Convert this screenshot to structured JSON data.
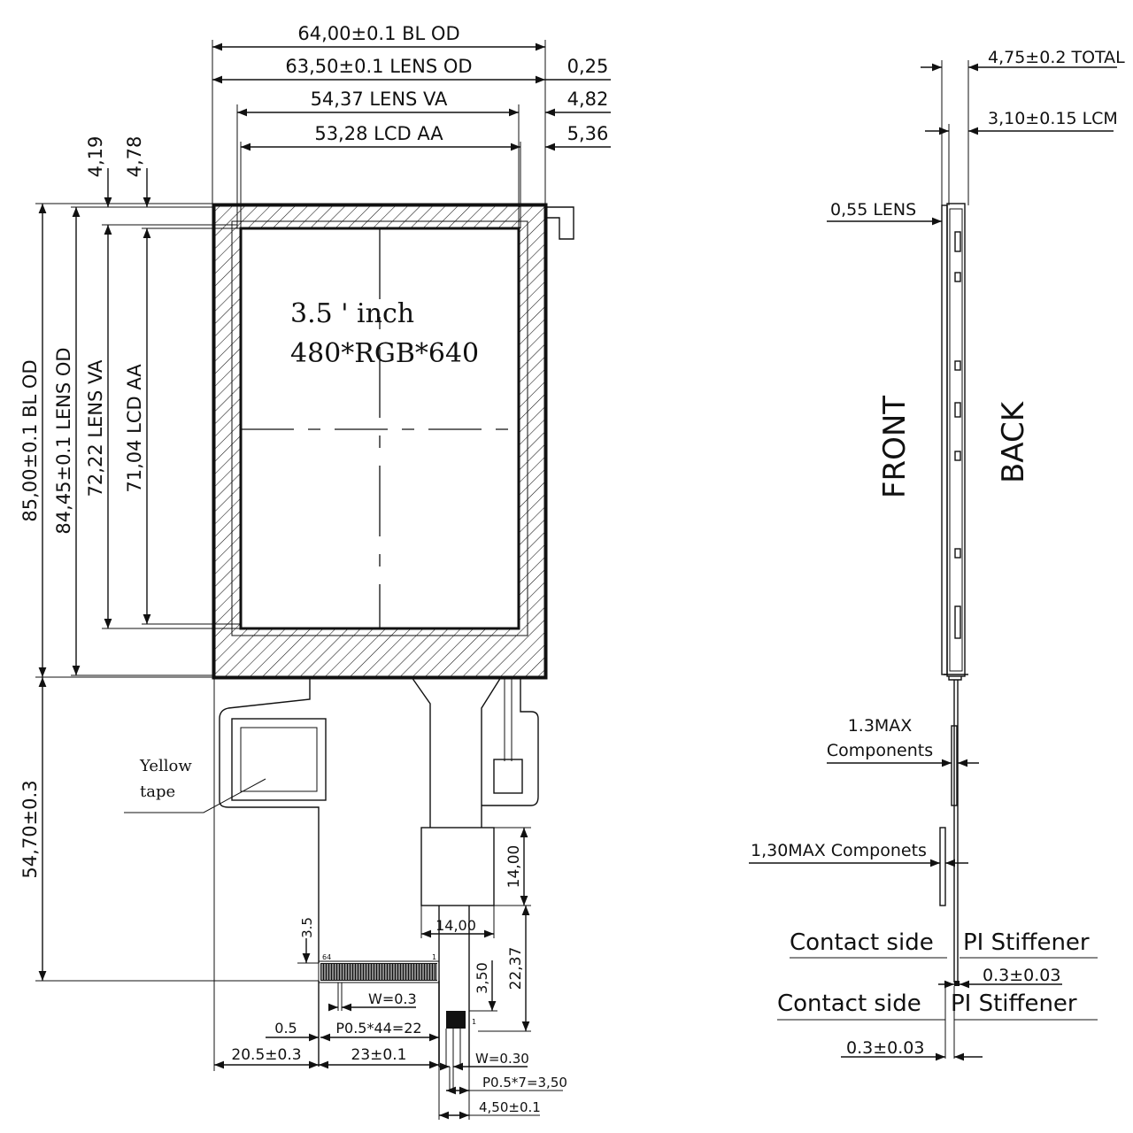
{
  "front": {
    "dims_top": {
      "bl_od": "64,00±0.1 BL OD",
      "lens_od": "63,50±0.1 LENS OD",
      "lens_va": "54,37 LENS VA",
      "lcd_aa": "53,28 LCD AA",
      "right_025": "0,25",
      "right_482": "4,82",
      "right_536": "5,36"
    },
    "dims_left": {
      "bl_od": "85,00±0.1 BL OD",
      "lens_od": "84,45±0.1 LENS OD",
      "lens_va": "72,22 LENS VA",
      "lcd_aa": "71,04 LCD AA",
      "top_419": "4,19",
      "top_478": "4,78",
      "fpc_len": "54,70±0.3"
    },
    "screen": {
      "size": "3.5 ' inch",
      "resolution": "480*RGB*640"
    },
    "tape": {
      "line1": "Yellow",
      "line2": "tape"
    },
    "fpc": {
      "stiff_h": "14,00",
      "stiff_w": "14,00",
      "d35": "3.5",
      "d350": "3,50",
      "d2237": "22,37",
      "w03": "W=0.3",
      "d05": "0.5",
      "pitch44": "P0.5*44=22",
      "d205": "20.5±0.3",
      "d23": "23±0.1",
      "w030": "W=0.30",
      "pitch7": "P0.5*7=3,50",
      "d450": "4,50±0.1",
      "pin_a": "64",
      "pin_b": "1",
      "pin_c": "1"
    }
  },
  "side": {
    "total": "4,75±0.2 TOTAL",
    "lcm": "3,10±0.15 LCM",
    "lens": "0,55 LENS",
    "front": "FRONT",
    "back": "BACK",
    "comp1_a": "1.3MAX",
    "comp1_b": "Components",
    "comp2": "1,30MAX Componets",
    "contact1": "Contact side",
    "pi1": "PI Stiffener",
    "t1": "0.3±0.03",
    "contact2": "Contact side",
    "pi2": "PI Stiffener",
    "t2": "0.3±0.03"
  }
}
